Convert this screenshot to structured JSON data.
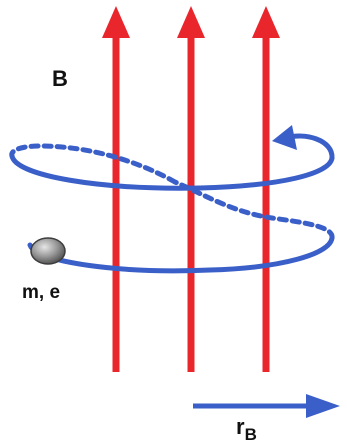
{
  "labels": {
    "field": "B",
    "particle": "m, e",
    "radius_main": "r",
    "radius_sub": "B"
  },
  "colors": {
    "field_lines": "#e8262b",
    "helix": "#3a5fc8",
    "radius_arrow": "#3a5fc8",
    "particle_fill": "#8c8c8c",
    "background": "#ffffff"
  },
  "field_line_count": 3,
  "helix_hidden_segment_style": "dotted"
}
